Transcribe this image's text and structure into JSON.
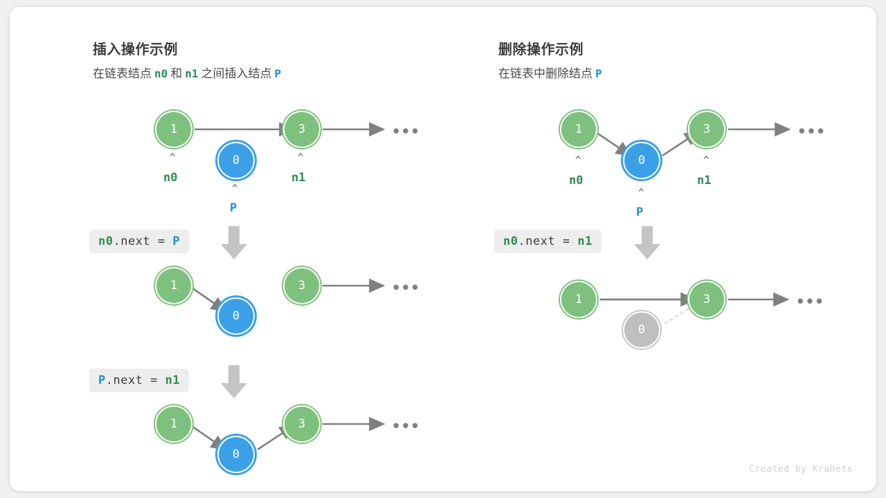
{
  "credit": "Created by Krahets",
  "panels": [
    {
      "id": "insert",
      "title": "插入操作示例",
      "subtitle": {
        "part1": "在链表结点",
        "n0": "n0",
        "part2": "和",
        "n1": "n1",
        "part3": "之间插入结点",
        "p": "P"
      },
      "steps": [
        {
          "code": {
            "target": "n0",
            "middle": ".next = ",
            "value": "P",
            "target_color": "#2e8b57",
            "value_color": "#1e90d0"
          },
          "nodes": [
            {
              "label": "1",
              "color": "green"
            },
            {
              "label": "0",
              "color": "blue"
            },
            {
              "label": "3",
              "color": "green"
            }
          ],
          "pointers": [
            {
              "label": "n0",
              "color": "green"
            },
            {
              "label": "P",
              "color": "blue"
            },
            {
              "label": "n1",
              "color": "green"
            }
          ],
          "ellipsis": "•••"
        },
        {
          "code": {
            "target": "P",
            "middle": ".next = ",
            "value": "n1",
            "target_color": "#1e90d0",
            "value_color": "#2e8b57"
          },
          "nodes": [
            {
              "label": "1",
              "color": "green"
            },
            {
              "label": "0",
              "color": "blue"
            },
            {
              "label": "3",
              "color": "green"
            }
          ],
          "ellipsis": "•••"
        },
        {
          "nodes": [
            {
              "label": "1",
              "color": "green"
            },
            {
              "label": "0",
              "color": "blue"
            },
            {
              "label": "3",
              "color": "green"
            }
          ],
          "ellipsis": "•••"
        }
      ]
    },
    {
      "id": "delete",
      "title": "删除操作示例",
      "subtitle": {
        "part1": "在链表中删除结点",
        "p": "P"
      },
      "steps": [
        {
          "code": {
            "target": "n0",
            "middle": ".next = ",
            "value": "n1",
            "target_color": "#2e8b57",
            "value_color": "#2e8b57"
          },
          "nodes": [
            {
              "label": "1",
              "color": "green"
            },
            {
              "label": "0",
              "color": "blue"
            },
            {
              "label": "3",
              "color": "green"
            }
          ],
          "pointers": [
            {
              "label": "n0",
              "color": "green"
            },
            {
              "label": "P",
              "color": "blue"
            },
            {
              "label": "n1",
              "color": "green"
            }
          ],
          "ellipsis": "•••"
        },
        {
          "nodes": [
            {
              "label": "1",
              "color": "green"
            },
            {
              "label": "0",
              "color": "gray"
            },
            {
              "label": "3",
              "color": "green"
            }
          ],
          "ellipsis": "•••"
        }
      ]
    }
  ],
  "colors": {
    "green_node": "#7ec17e",
    "blue_node": "#3ba0e8",
    "gray_node": "#bfbfbf",
    "edge": "#808080",
    "green_text": "#2e8b57",
    "blue_text": "#1e90d0",
    "chip_bg": "#ededed",
    "card_bg": "#ffffff",
    "page_bg": "#f0f0f0"
  }
}
